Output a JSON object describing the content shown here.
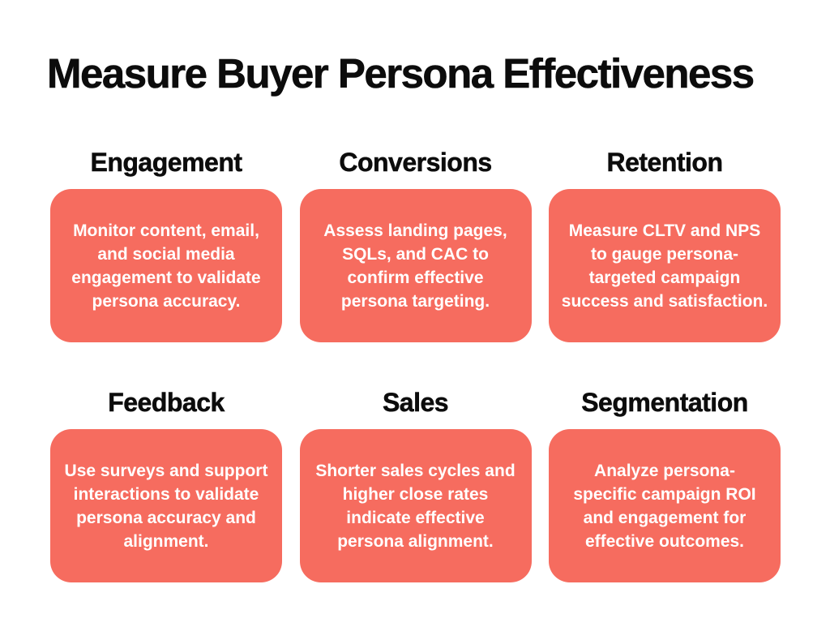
{
  "page": {
    "title": "Measure Buyer Persona Effectiveness",
    "background_color": "#ffffff",
    "title_color": "#0c0c0c",
    "card_color": "#f66c5f",
    "card_text_color": "#ffffff",
    "heading_color": "#0c0c0c"
  },
  "cards": [
    {
      "heading": "Engagement",
      "body": "Monitor content, email,\nand social media\nengagement to validate\npersona accuracy."
    },
    {
      "heading": "Conversions",
      "body": "Assess landing pages,\nSQLs, and CAC to\nconfirm effective\npersona targeting."
    },
    {
      "heading": "Retention",
      "body": "Measure CLTV and NPS\nto gauge persona-\ntargeted campaign\nsuccess and satisfaction."
    },
    {
      "heading": "Feedback",
      "body": "Use surveys and support\ninteractions to validate\npersona accuracy and\nalignment."
    },
    {
      "heading": "Sales",
      "body": "Shorter sales cycles and\nhigher close rates\nindicate effective\npersona alignment."
    },
    {
      "heading": "Segmentation",
      "body": "Analyze persona-\nspecific campaign ROI\nand engagement for\neffective outcomes."
    }
  ]
}
